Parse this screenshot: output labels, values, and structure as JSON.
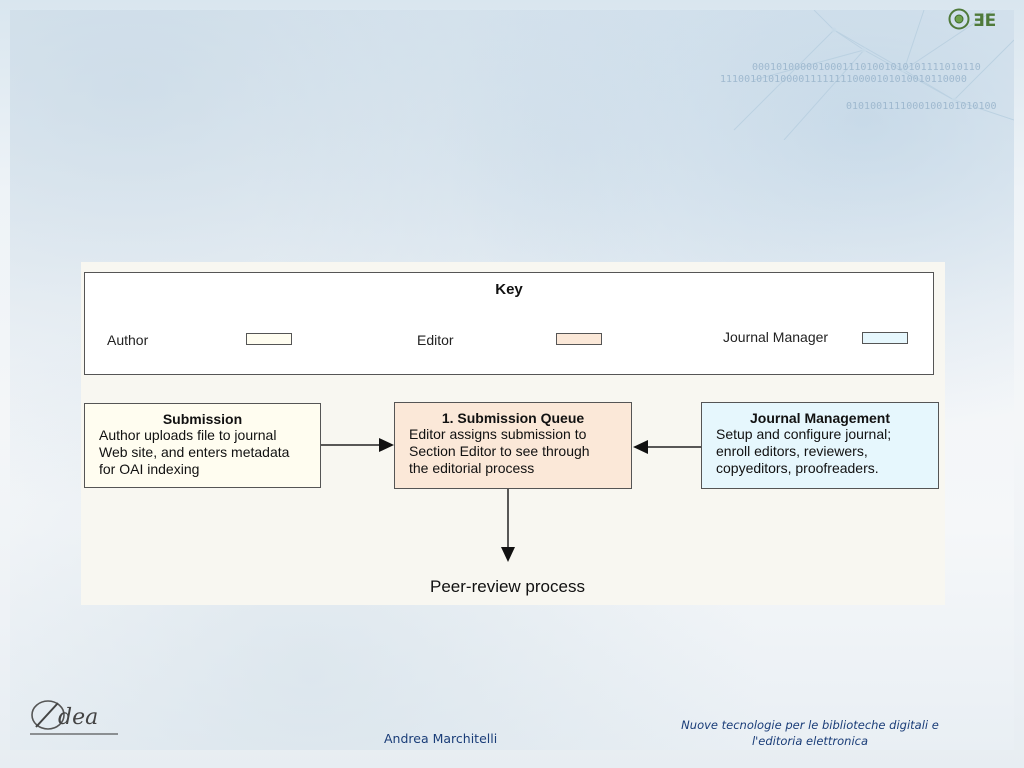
{
  "header": {
    "binary_lines": [
      "00010100000100011101001010101111010110",
      "11100101010000111111110000101010010110000",
      "0101001111000100101010100"
    ],
    "corner_logo_icon": "oie-logo-icon"
  },
  "diagram": {
    "key": {
      "title": "Key",
      "items": [
        {
          "label": "Author",
          "color": "#fffdf0"
        },
        {
          "label": "Editor",
          "color": "#fbe8d8"
        },
        {
          "label": "Journal Manager",
          "color": "#e6f7fd"
        }
      ]
    },
    "nodes": {
      "submission": {
        "title": "Submission",
        "lines": [
          "Author uploads file to journal",
          "Web site, and enters metadata",
          "for OAI indexing"
        ],
        "role": "Author"
      },
      "queue": {
        "title": "1. Submission Queue",
        "lines": [
          "Editor assigns submission to",
          "Section Editor to see through",
          "the editorial process"
        ],
        "role": "Editor"
      },
      "journal": {
        "title": "Journal Management",
        "lines": [
          "Setup and configure journal;",
          "enroll editors, reviewers,",
          "copyeditors, proofreaders."
        ],
        "role": "Journal Manager"
      }
    },
    "output_label": "Peer-review process"
  },
  "footer": {
    "logo_icon": "idea-logo-icon",
    "author": "Andrea Marchitelli",
    "course_line1": "Nuove tecnologie per le biblioteche digitali e",
    "course_line2": "l'editoria elettronica"
  },
  "colors": {
    "footer_text": "#1a3d78",
    "border": "#555555"
  }
}
